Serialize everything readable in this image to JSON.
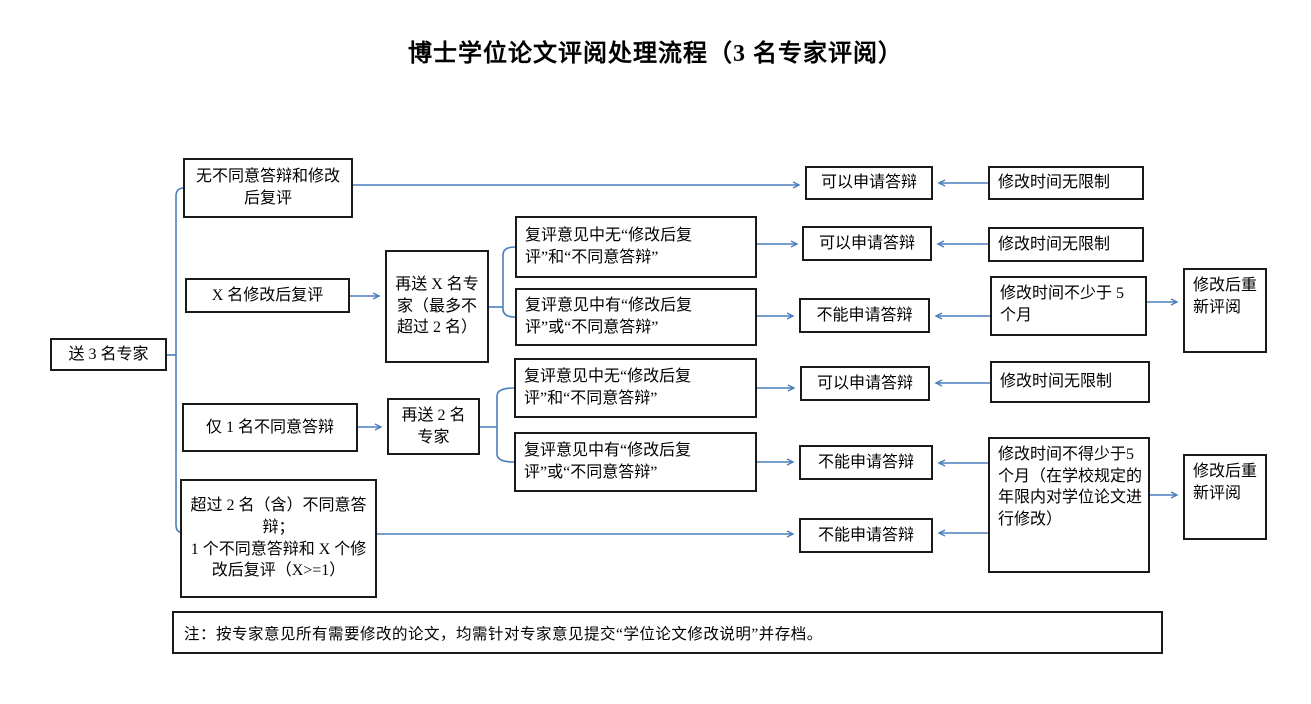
{
  "title": "博士学位论文评阅处理流程（3 名专家评阅）",
  "colors": {
    "connector": "#4a7ebb",
    "box_border": "#1a1a1a",
    "text": "#000000",
    "background": "#ffffff"
  },
  "nodes": {
    "send3": {
      "label": "送 3 名专家"
    },
    "cond_no_objection": {
      "label": "无不同意答辩和修改后复评"
    },
    "cond_x_revise": {
      "label": "X 名修改后复评"
    },
    "cond_one_disagree": {
      "label": "仅 1 名不同意答辩"
    },
    "cond_two_disagree": {
      "label": "超过 2 名（含）不同意答辩；\n1 个不同意答辩和 X 个修改后复评（X>=1）"
    },
    "resend_x": {
      "label": "再送 X 名专家（最多不超过 2 名）"
    },
    "resend_2": {
      "label": "再送 2 名专家"
    },
    "review_without_1": {
      "label": "复评意见中无“修改后复评”和“不同意答辩”"
    },
    "review_with_1": {
      "label": "复评意见中有“修改后复评”或“不同意答辩”"
    },
    "review_without_2": {
      "label": "复评意见中无“修改后复评”和“不同意答辩”"
    },
    "review_with_2": {
      "label": "复评意见中有“修改后复评”或“不同意答辩”"
    },
    "can_defend_1": {
      "label": "可以申请答辩"
    },
    "can_defend_2": {
      "label": "可以申请答辩"
    },
    "can_defend_3": {
      "label": "可以申请答辩"
    },
    "cannot_defend_1": {
      "label": "不能申请答辩"
    },
    "cannot_defend_2": {
      "label": "不能申请答辩"
    },
    "cannot_defend_3": {
      "label": "不能申请答辩"
    },
    "time_no_limit_1": {
      "label": "修改时间无限制"
    },
    "time_no_limit_2": {
      "label": "修改时间无限制"
    },
    "time_no_limit_3": {
      "label": "修改时间无限制"
    },
    "time_min5": {
      "label": "修改时间不少于 5 个月"
    },
    "time_min5_rule": {
      "label": "修改时间不得少于5个月（在学校规定的年限内对学位论文进行修改）"
    },
    "rereview_1": {
      "label": "修改后重新评阅"
    },
    "rereview_2": {
      "label": "修改后重新评阅"
    }
  },
  "note": {
    "label": "注：按专家意见所有需要修改的论文，均需针对专家意见提交“学位论文修改说明”并存档。"
  },
  "edges": [
    {
      "from": "send3",
      "to": "cond_no_objection",
      "arrow": false
    },
    {
      "from": "send3",
      "to": "cond_x_revise",
      "arrow": false
    },
    {
      "from": "send3",
      "to": "cond_one_disagree",
      "arrow": false
    },
    {
      "from": "send3",
      "to": "cond_two_disagree",
      "arrow": false
    },
    {
      "from": "cond_no_objection",
      "to": "can_defend_1",
      "arrow": true
    },
    {
      "from": "cond_x_revise",
      "to": "resend_x",
      "arrow": true
    },
    {
      "from": "resend_x",
      "to": "review_without_1",
      "arrow": false
    },
    {
      "from": "resend_x",
      "to": "review_with_1",
      "arrow": false
    },
    {
      "from": "review_without_1",
      "to": "can_defend_2",
      "arrow": true
    },
    {
      "from": "review_with_1",
      "to": "cannot_defend_1",
      "arrow": true
    },
    {
      "from": "cond_one_disagree",
      "to": "resend_2",
      "arrow": true
    },
    {
      "from": "resend_2",
      "to": "review_without_2",
      "arrow": false
    },
    {
      "from": "resend_2",
      "to": "review_with_2",
      "arrow": false
    },
    {
      "from": "review_without_2",
      "to": "can_defend_3",
      "arrow": true
    },
    {
      "from": "review_with_2",
      "to": "cannot_defend_2",
      "arrow": true
    },
    {
      "from": "cond_two_disagree",
      "to": "cannot_defend_3",
      "arrow": true
    },
    {
      "from": "time_no_limit_1",
      "to": "can_defend_1",
      "arrow": true
    },
    {
      "from": "time_no_limit_2",
      "to": "can_defend_2",
      "arrow": true
    },
    {
      "from": "time_min5",
      "to": "cannot_defend_1",
      "arrow": true
    },
    {
      "from": "time_min5",
      "to": "rereview_1",
      "arrow": true
    },
    {
      "from": "time_no_limit_3",
      "to": "can_defend_3",
      "arrow": true
    },
    {
      "from": "time_min5_rule",
      "to": "cannot_defend_2",
      "arrow": true
    },
    {
      "from": "time_min5_rule",
      "to": "cannot_defend_3",
      "arrow": true
    },
    {
      "from": "time_min5_rule",
      "to": "rereview_2",
      "arrow": true
    }
  ]
}
